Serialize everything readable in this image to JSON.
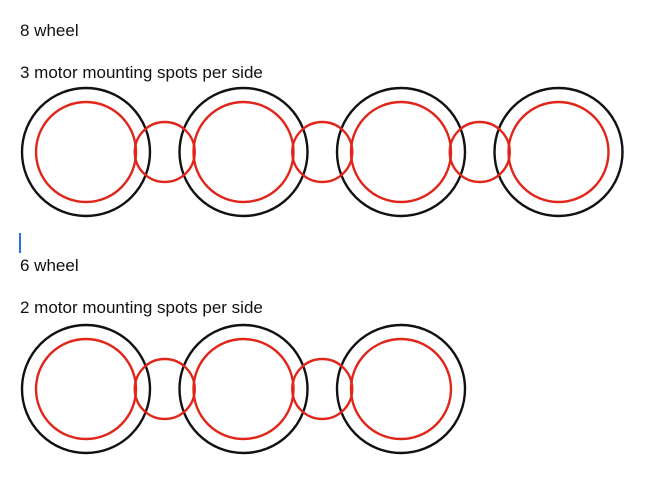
{
  "sections": [
    {
      "title": "8 wheel",
      "subtitle": "3 motor mounting spots per side",
      "wheel_count": 4,
      "mount_count": 3
    },
    {
      "title": "6 wheel",
      "subtitle": "2 motor mounting spots per side",
      "wheel_count": 3,
      "mount_count": 2
    }
  ],
  "colors": {
    "wheel_outline": "#111111",
    "motor_outline": "#e0261b",
    "caret": "#2f6fe4"
  }
}
